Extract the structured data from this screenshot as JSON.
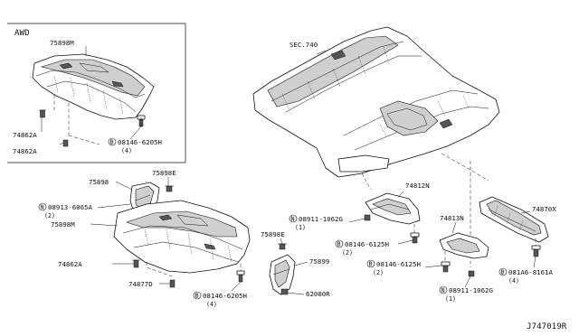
{
  "diagram": {
    "id": "J747019R",
    "awd_label": "AWD",
    "sec_label": "SEC.740",
    "labels": {
      "p75898M_awd": "75898M",
      "p74862A_1": "74862A",
      "p74862A_2": "74862A",
      "p08146_6205H_1": "08146-6205H",
      "p08146_6205H_1_qty": "(4)",
      "p75898": "75898",
      "p75898E_1": "75898E",
      "p08913_6065A": "08913-6065A",
      "p08913_6065A_qty": "(2)",
      "p75898M": "75898M",
      "p74862A_3": "74862A",
      "p74877D": "74877D",
      "p08146_6205H_2": "08146-6205H",
      "p08146_6205H_2_qty": "(4)",
      "p75898E_2": "75898E",
      "p75899": "75899",
      "p62080R": "62080R",
      "p08911_1062G_1": "08911-1062G",
      "p08911_1062G_1_qty": "(1)",
      "p74812N": "74812N",
      "p08146_6125H_1": "08146-6125H",
      "p08146_6125H_1_qty": "(2)",
      "p74813N": "74813N",
      "p08146_6125H_2": "08146-6125H",
      "p08146_6125H_2_qty": "(2)",
      "p08911_1062G_2": "08911-1062G",
      "p08911_1062G_2_qty": "(1)",
      "p74870X": "74870X",
      "p081A6_8161A": "081A6-8161A",
      "p081A6_8161A_qty": "(4)"
    },
    "prefix": {
      "B": "B",
      "N": "N"
    }
  }
}
